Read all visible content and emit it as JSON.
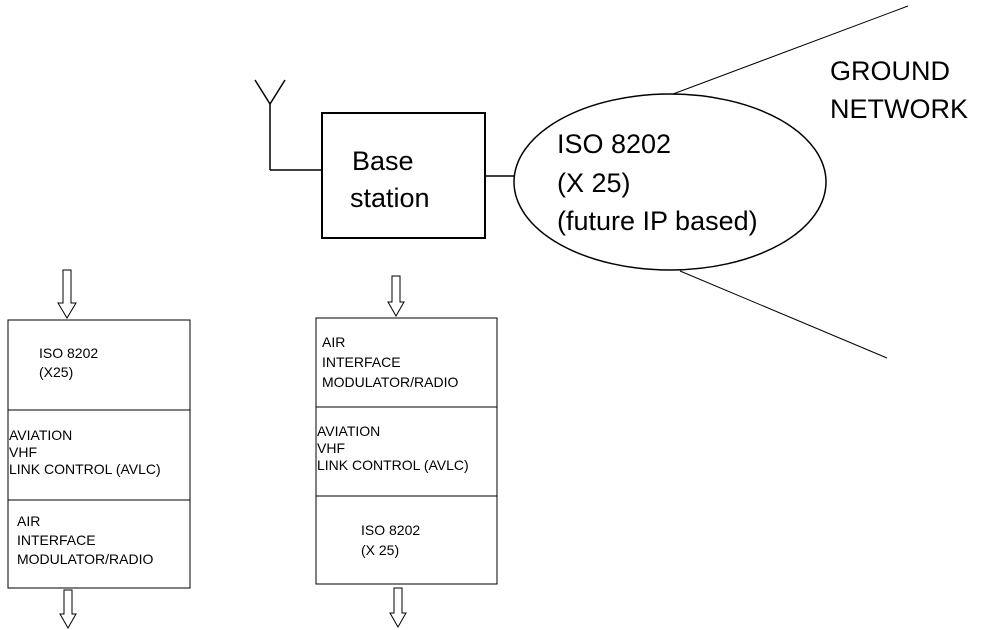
{
  "ground_network": {
    "line1": "GROUND",
    "line2": "NETWORK"
  },
  "base_station": {
    "line1": "Base",
    "line2": "station"
  },
  "network_cloud": {
    "line1": "ISO 8202",
    "line2": "(X 25)",
    "line3": "(future IP based)"
  },
  "left_stack": {
    "top": {
      "line1": "ISO 8202",
      "line2": "(X25)"
    },
    "middle": {
      "line1": "AVIATION",
      "line2": "VHF",
      "line3": "LINK CONTROL (AVLC)"
    },
    "bottom": {
      "line1": "AIR",
      "line2": "INTERFACE",
      "line3": "MODULATOR/RADIO"
    }
  },
  "right_stack": {
    "top": {
      "line1": "AIR",
      "line2": "INTERFACE",
      "line3": "MODULATOR/RADIO"
    },
    "middle": {
      "line1": "AVIATION",
      "line2": "VHF",
      "line3": "LINK CONTROL (AVLC)"
    },
    "bottom": {
      "line1": "ISO 8202",
      "line2": "(X 25)"
    }
  }
}
